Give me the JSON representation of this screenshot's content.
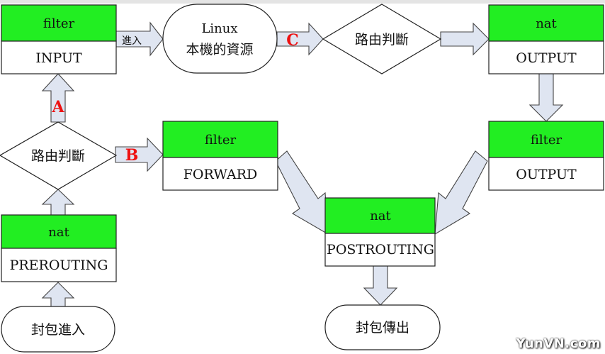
{
  "tables": {
    "input": {
      "table": "filter",
      "chain": "INPUT"
    },
    "output_nat": {
      "table": "nat",
      "chain": "OUTPUT"
    },
    "forward": {
      "table": "filter",
      "chain": "FORWARD"
    },
    "output_filter": {
      "table": "filter",
      "chain": "OUTPUT"
    },
    "prerouting": {
      "table": "nat",
      "chain": "PREROUTING"
    },
    "postrouting": {
      "table": "nat",
      "chain": "POSTROUTING"
    }
  },
  "nodes": {
    "local_resource_line1": "Linux",
    "local_resource_line2": "本機的資源",
    "routing_top": "路由判斷",
    "routing_left": "路由判斷",
    "packet_in": "封包進入",
    "packet_out": "封包傳出"
  },
  "arrows": {
    "enter_label": "進入",
    "label_a": "A",
    "label_b": "B",
    "label_c": "C"
  },
  "watermark": "YunVN.com",
  "colors": {
    "table_header": "#22ee22",
    "arrow_fill": "#dfe5f1",
    "path_letter": "#ee1111"
  }
}
